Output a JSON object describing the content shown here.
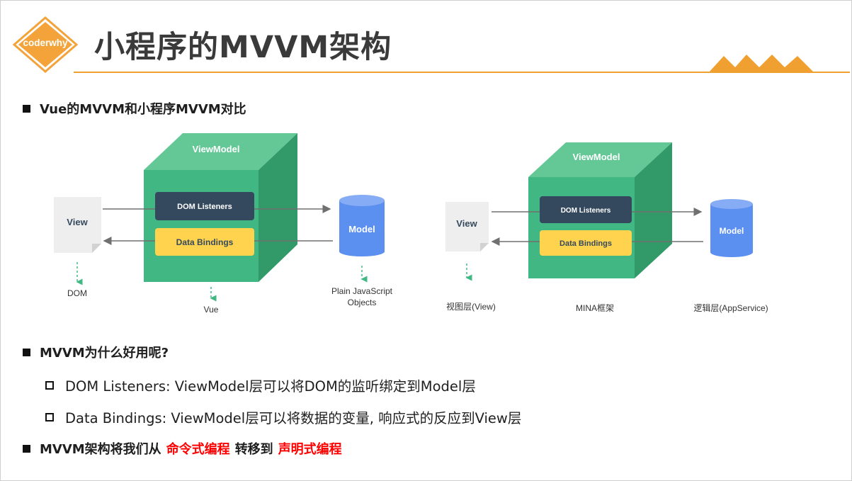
{
  "logo": {
    "text": "coderwhy"
  },
  "title": "小程序的MVVM架构",
  "section1": {
    "heading": "Vue的MVVM和小程序MVVM对比"
  },
  "diagram_left": {
    "cube_label": "ViewModel",
    "dom_listeners": "DOM Listeners",
    "data_bindings": "Data Bindings",
    "view_label": "View",
    "model_label": "Model",
    "dom_caption": "DOM",
    "cube_caption": "Vue",
    "model_caption_line1": "Plain JavaScript",
    "model_caption_line2": "Objects"
  },
  "diagram_right": {
    "cube_label": "ViewModel",
    "dom_listeners": "DOM Listeners",
    "data_bindings": "Data Bindings",
    "view_label": "View",
    "model_label": "Model",
    "view_caption": "视图层(View)",
    "cube_caption": "MINA框架",
    "model_caption": "逻辑层(AppService)"
  },
  "section2": {
    "heading": "MVVM为什么好用呢?",
    "items": [
      "DOM Listeners: ViewModel层可以将DOM的监听绑定到Model层",
      "Data Bindings: ViewModel层可以将数据的变量, 响应式的反应到View层"
    ]
  },
  "section3": {
    "prefix": "MVVM架构将我们从",
    "highlight1": "命令式编程",
    "middle": "转移到",
    "highlight2": "声明式编程"
  },
  "colors": {
    "accent": "#f0a030",
    "cube_front": "#41b883",
    "cube_top": "#64c896",
    "cube_side": "#319a68",
    "listeners_box": "#35495e",
    "bindings_box": "#ffd34e",
    "model_cylinder": "#5b8ff0",
    "highlight_red": "#ff0000"
  }
}
